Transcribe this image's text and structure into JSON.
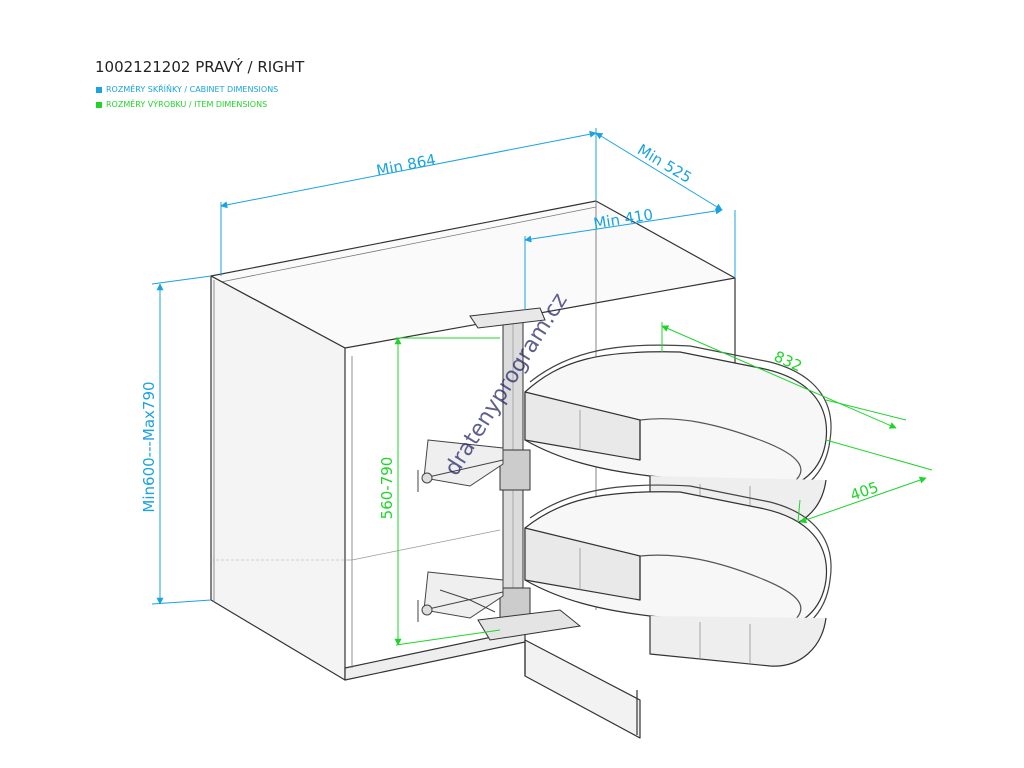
{
  "title": "1002121202 PRAVÝ / RIGHT",
  "legend": [
    {
      "label": "ROZMĚRY SKŘÍŇKY / CABINET DIMENSIONS",
      "color": "#1aa3e0"
    },
    {
      "label": "ROZMĚRY VÝROBKU / ITEM DIMENSIONS",
      "color": "#1fd52a"
    }
  ],
  "cabinet_dims": {
    "width": "Min 864",
    "depth": "Min 525",
    "opening": "Min 410",
    "height": "Min600---Max790"
  },
  "item_dims": {
    "length": "832",
    "width": "405",
    "height": "560-790"
  },
  "watermark": "dratenyprogram.cz",
  "colors": {
    "cabinet": "#1aa3e0",
    "item": "#1fd52a",
    "line": "#333333"
  }
}
